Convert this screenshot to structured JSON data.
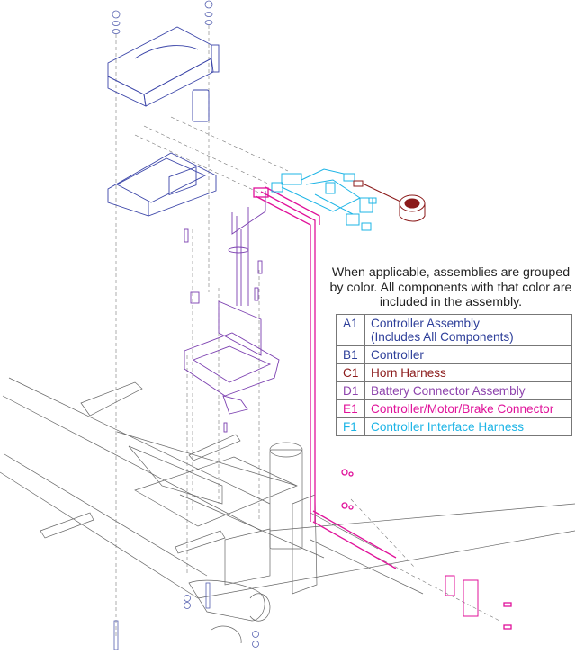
{
  "note": "When applicable, assemblies are grouped by color. All components with that color are included in the assembly.",
  "legend": [
    {
      "code": "A1",
      "label": "Controller Assembly",
      "sublabel": "(Includes All Components)",
      "color": "#2e3f9a"
    },
    {
      "code": "B1",
      "label": "Controller",
      "color": "#2e3f9a"
    },
    {
      "code": "C1",
      "label": "Horn Harness",
      "color": "#8b1a1a"
    },
    {
      "code": "D1",
      "label": "Battery Connector Assembly",
      "color": "#8e44ad"
    },
    {
      "code": "E1",
      "label": "Controller/Motor/Brake Connector",
      "color": "#e0129a"
    },
    {
      "code": "F1",
      "label": "Controller Interface Harness",
      "color": "#1cb4e6"
    }
  ],
  "colors": {
    "frame": "#555555",
    "controller": "#3a44a8",
    "horn": "#8b1a1a",
    "battery": "#7b3fb0",
    "motor": "#e0129a",
    "interface": "#1cb4e6",
    "hardware": "#5560b0"
  }
}
